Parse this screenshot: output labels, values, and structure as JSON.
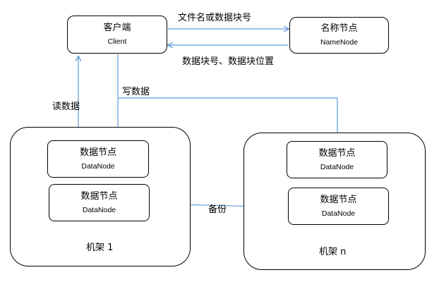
{
  "client": {
    "title": "客户端",
    "subtitle": "Client"
  },
  "namenode": {
    "title": "名称节点",
    "subtitle": "NameNode"
  },
  "racks": [
    {
      "label": "机架 1",
      "nodes": [
        {
          "title": "数据节点",
          "subtitle": "DataNode"
        },
        {
          "title": "数据节点",
          "subtitle": "DataNode"
        }
      ]
    },
    {
      "label": "机架 n",
      "nodes": [
        {
          "title": "数据节点",
          "subtitle": "DataNode"
        },
        {
          "title": "数据节点",
          "subtitle": "DataNode"
        }
      ]
    }
  ],
  "edges": {
    "request": "文件名或数据块号",
    "response": "数据块号、数据块位置",
    "read": "读数据",
    "write": "写数据",
    "backup": "备份"
  },
  "colors": {
    "arrow": "#5b9bd5",
    "border": "#000000"
  }
}
